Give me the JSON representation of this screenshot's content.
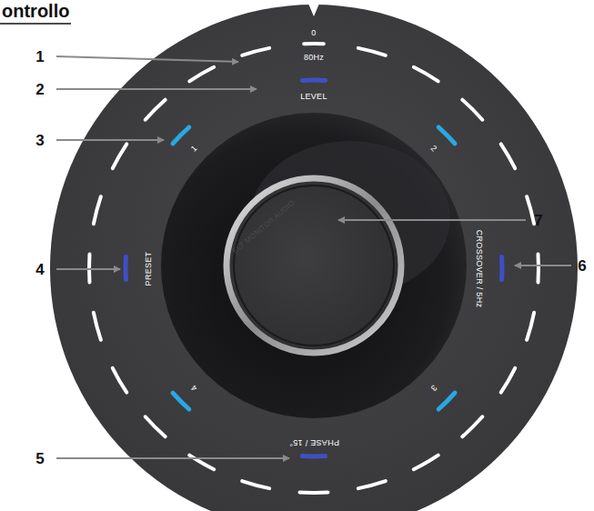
{
  "diagram": {
    "labels": [
      "ontrollo",
      "1",
      "2",
      "3",
      "4",
      "5",
      "6",
      "7",
      "0",
      "80Hz",
      "LEVEL",
      "1",
      "2",
      "3",
      "4",
      "PRESET",
      "CROSSOVER / 5Hz",
      "PHASE / 15°",
      "ELT MONITOR AUDIO"
    ]
  }
}
